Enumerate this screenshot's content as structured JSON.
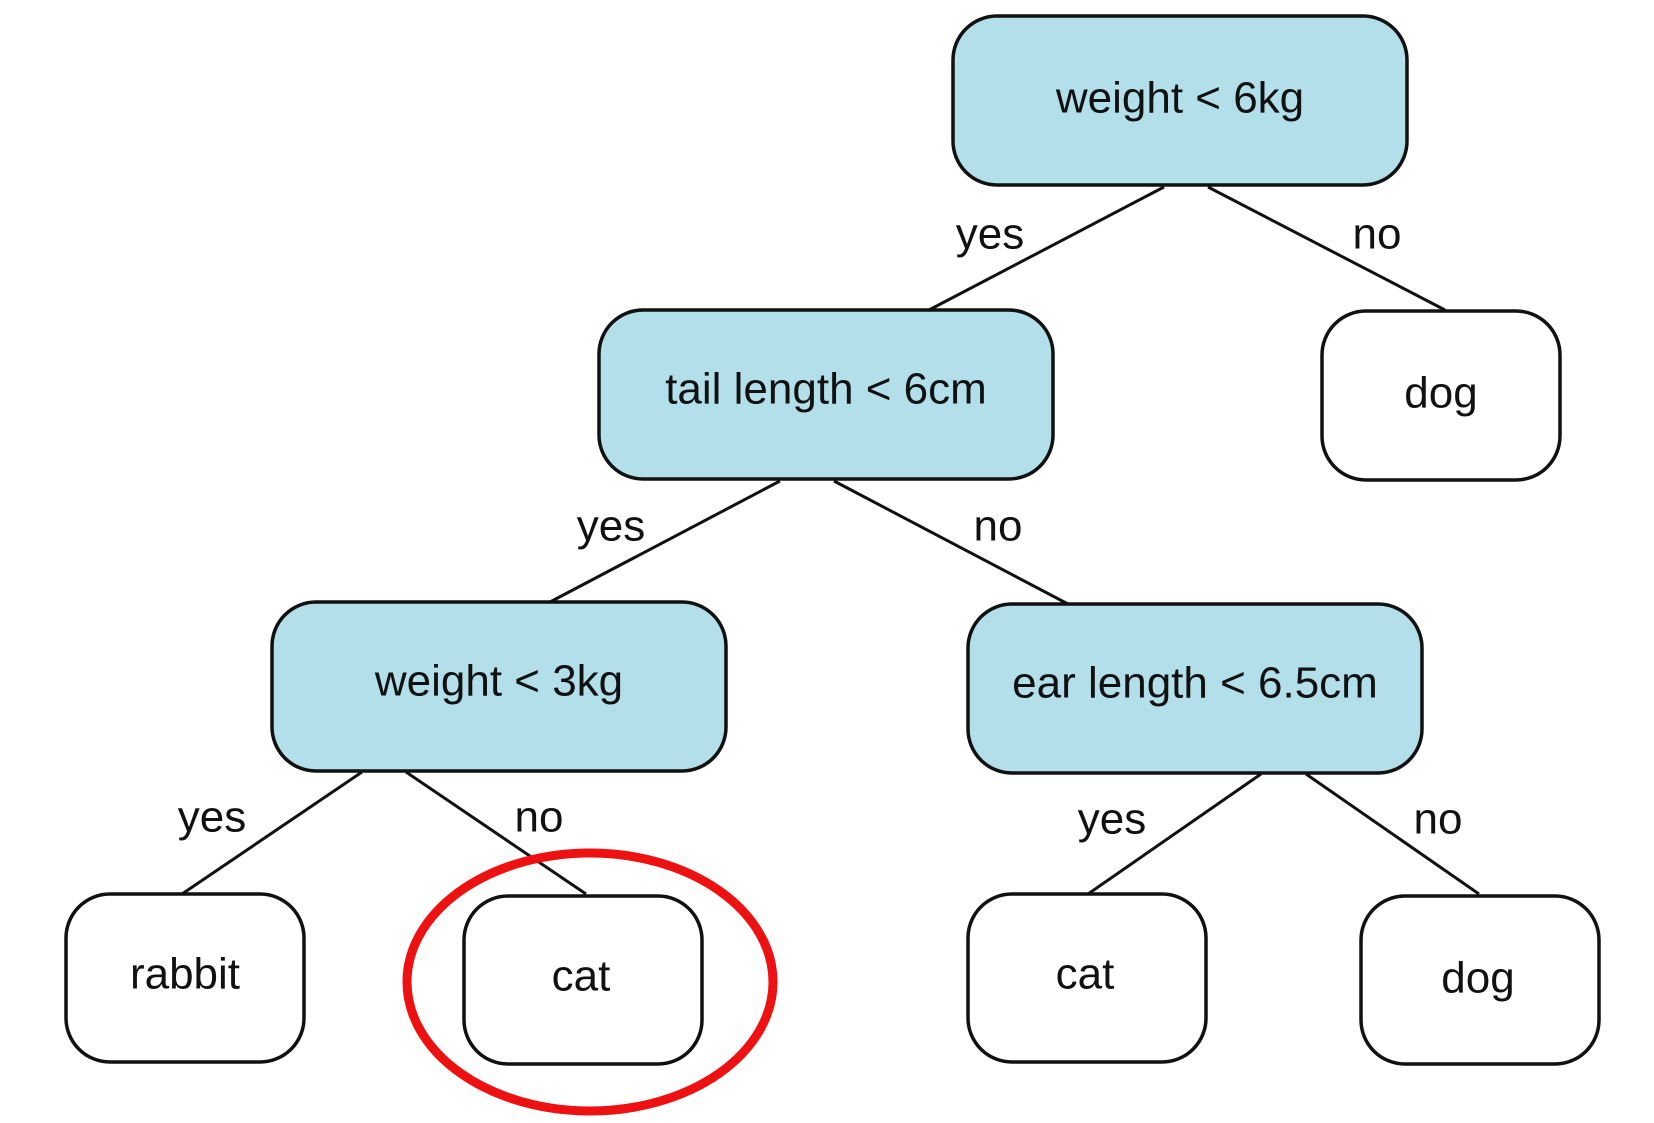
{
  "colors": {
    "decision_fill": "#b3dfea",
    "leaf_fill": "#ffffff",
    "highlight": "#ee1111"
  },
  "nodes": {
    "root": {
      "label": "weight < 6kg",
      "kind": "decision"
    },
    "tail": {
      "label": "tail length < 6cm",
      "kind": "decision"
    },
    "dog_top": {
      "label": "dog",
      "kind": "leaf"
    },
    "weight3": {
      "label": "weight < 3kg",
      "kind": "decision"
    },
    "ear": {
      "label": "ear length < 6.5cm",
      "kind": "decision"
    },
    "rabbit": {
      "label": "rabbit",
      "kind": "leaf"
    },
    "cat_highlighted": {
      "label": "cat",
      "kind": "leaf"
    },
    "cat_right": {
      "label": "cat",
      "kind": "leaf"
    },
    "dog_bottom": {
      "label": "dog",
      "kind": "leaf"
    }
  },
  "edges": {
    "root_to_tail": {
      "from": "root",
      "to": "tail",
      "label": "yes"
    },
    "root_to_dog_top": {
      "from": "root",
      "to": "dog_top",
      "label": "no"
    },
    "tail_to_weight3": {
      "from": "tail",
      "to": "weight3",
      "label": "yes"
    },
    "tail_to_ear": {
      "from": "tail",
      "to": "ear",
      "label": "no"
    },
    "weight3_to_rabbit": {
      "from": "weight3",
      "to": "rabbit",
      "label": "yes"
    },
    "weight3_to_cat": {
      "from": "weight3",
      "to": "cat_highlighted",
      "label": "no"
    },
    "ear_to_cat": {
      "from": "ear",
      "to": "cat_right",
      "label": "yes"
    },
    "ear_to_dog": {
      "from": "ear",
      "to": "dog_bottom",
      "label": "no"
    }
  },
  "highlighted_node": "cat_highlighted"
}
